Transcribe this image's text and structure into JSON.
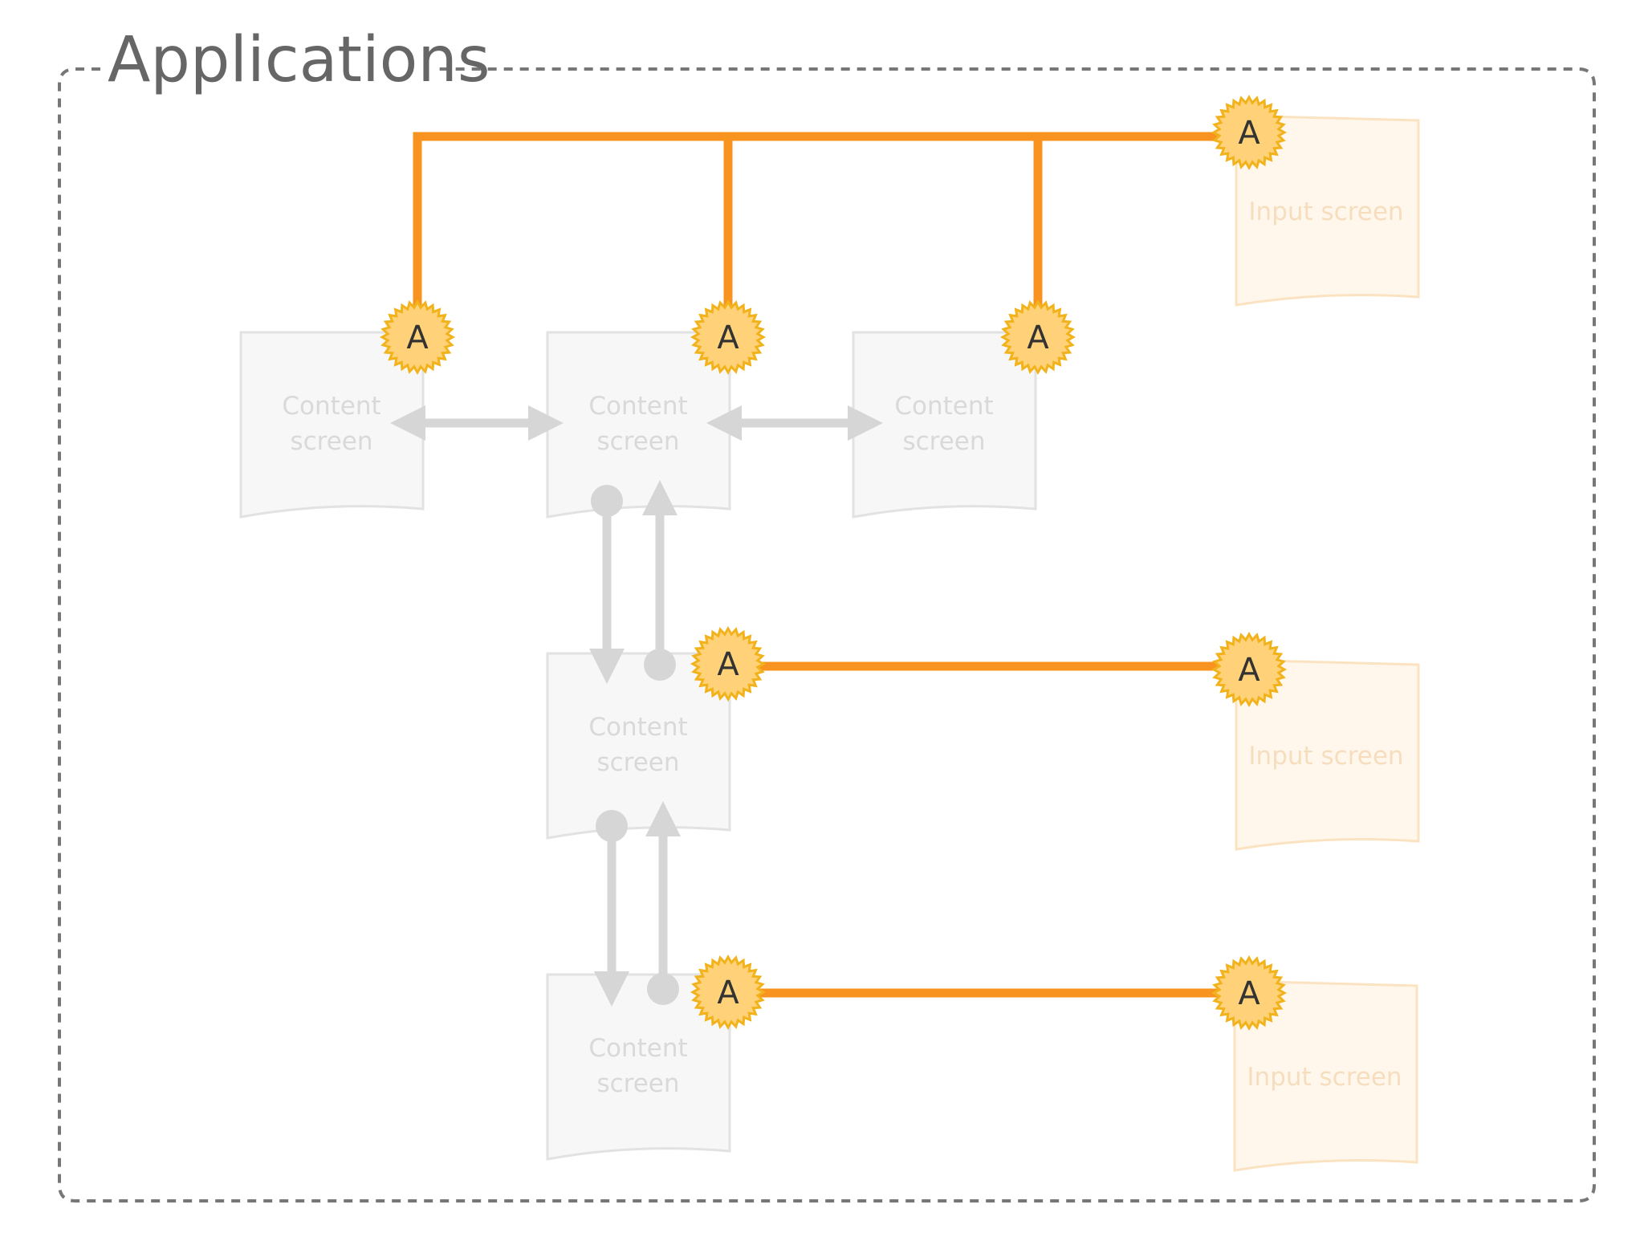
{
  "frame": {
    "title": "Applications"
  },
  "content_screens": [
    {
      "id": "c1",
      "line1": "Content",
      "line2": "screen"
    },
    {
      "id": "c2",
      "line1": "Content",
      "line2": "screen"
    },
    {
      "id": "c3",
      "line1": "Content",
      "line2": "screen"
    },
    {
      "id": "c4",
      "line1": "Content",
      "line2": "screen"
    },
    {
      "id": "c5",
      "line1": "Content",
      "line2": "screen"
    }
  ],
  "input_screens": [
    {
      "id": "i1",
      "label": "Input screen"
    },
    {
      "id": "i2",
      "label": "Input screen"
    },
    {
      "id": "i3",
      "label": "Input screen"
    }
  ],
  "badges": [
    {
      "id": "b-c1",
      "label": "A"
    },
    {
      "id": "b-c2",
      "label": "A"
    },
    {
      "id": "b-c3",
      "label": "A"
    },
    {
      "id": "b-c4",
      "label": "A"
    },
    {
      "id": "b-c5",
      "label": "A"
    },
    {
      "id": "b-i1",
      "label": "A"
    },
    {
      "id": "b-i2",
      "label": "A"
    },
    {
      "id": "b-i3",
      "label": "A"
    }
  ],
  "colors": {
    "connector": "#F7931E",
    "badge_fill": "#FFD27A",
    "badge_stroke": "#F2B21B",
    "badge_text": "#333333",
    "frame_stroke": "#777777",
    "title_text": "#666666",
    "content_fill": "#F7F7F7",
    "content_stroke": "#E2E2E2",
    "content_text": "#D9D9D9",
    "input_fill": "#FFF7EC",
    "input_stroke": "#FBE3C2",
    "input_text": "#F6DDBE",
    "nav_arrow": "#D6D6D6"
  }
}
